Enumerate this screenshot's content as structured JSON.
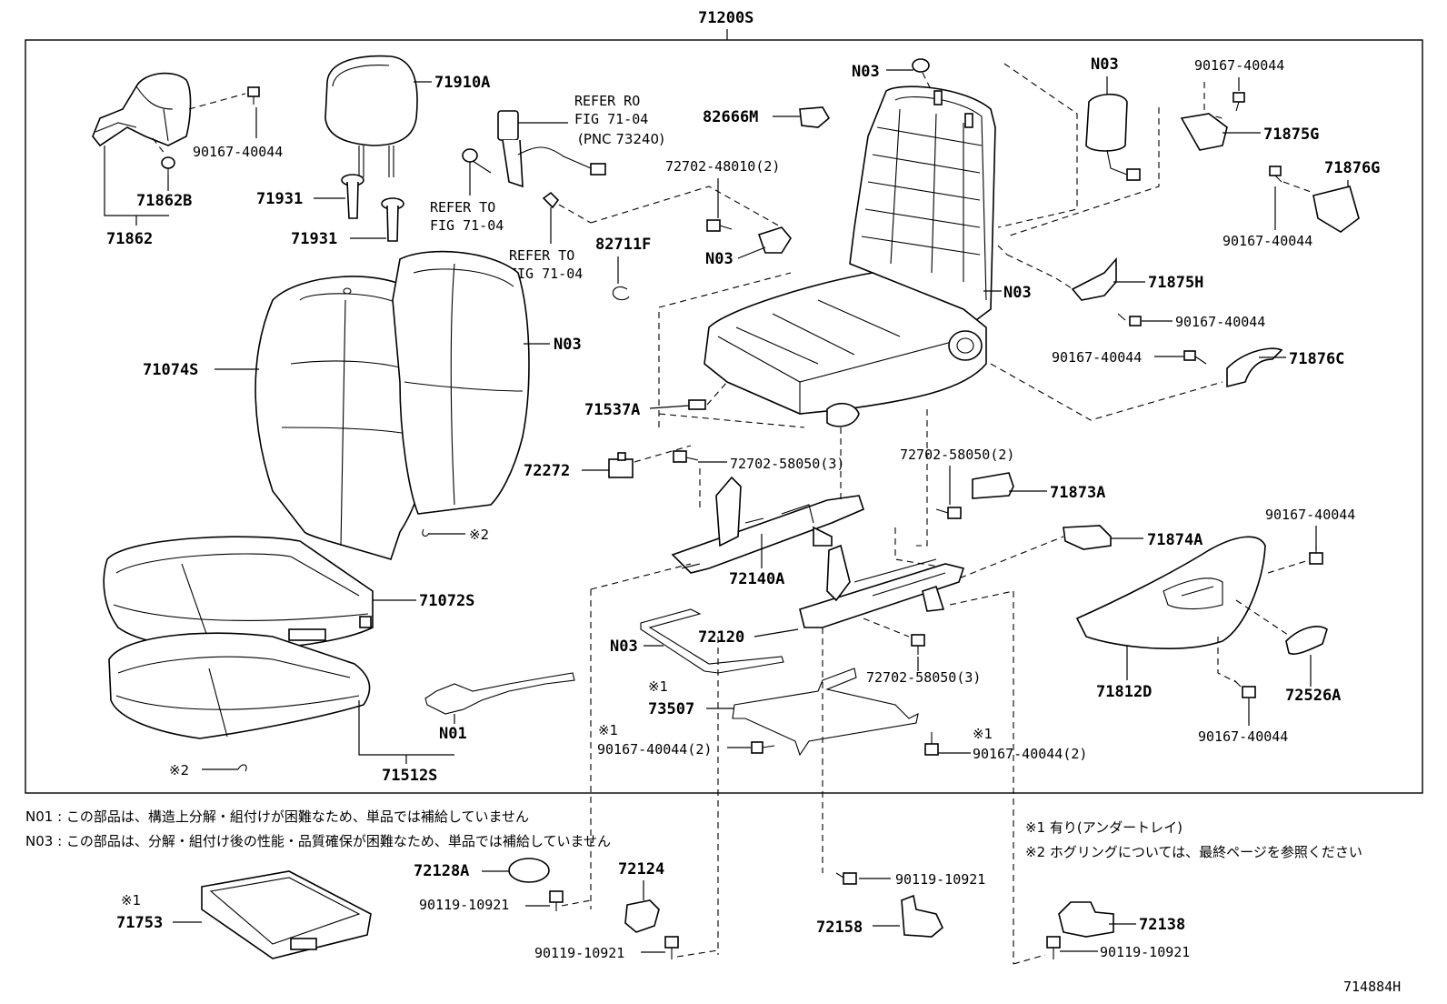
{
  "diagram": {
    "assembly_label": "71200S",
    "figure_id": "714884H",
    "part_labels": {
      "l_71910A": "71910A",
      "l_71862B": "71862B",
      "l_71862": "71862",
      "l_71931a": "71931",
      "l_71931b": "71931",
      "l_90167_a": "90167-40044",
      "l_71074S": "71074S",
      "l_N03_cover": "N03",
      "l_71072S": "71072S",
      "l_N01": "N01",
      "l_71512S": "71512S",
      "l_mark2_a": "※2",
      "l_mark2_b": "※2",
      "l_refer_ro_1": "REFER RO",
      "l_refer_ro_2": "FIG 71-04",
      "l_refer_ro_3": "(PNC 73240)",
      "l_refer_to_a1": "REFER TO",
      "l_refer_to_a2": "FIG 71-04",
      "l_refer_to_b1": "REFER TO",
      "l_refer_to_b2": "FIG 71-04",
      "l_82711F": "82711F",
      "l_82666M": "82666M",
      "l_72702_48010": "72702-48010(2)",
      "l_N03_top": "N03",
      "l_N03_clip": "N03",
      "l_N03_frame": "N03",
      "l_N03_airbag": "N03",
      "l_90167_tr": "90167-40044",
      "l_71875G": "71875G",
      "l_71876G": "71876G",
      "l_90167_r2": "90167-40044",
      "l_71875H": "71875H",
      "l_90167_r3": "90167-40044",
      "l_90167_r4": "90167-40044",
      "l_71876C": "71876C",
      "l_71537A": "71537A",
      "l_72272": "72272",
      "l_72702_58050_3a": "72702-58050(3)",
      "l_72702_58050_2": "72702-58050(2)",
      "l_71873A": "71873A",
      "l_71874A": "71874A",
      "l_90167_r5": "90167-40044",
      "l_72140A": "72140A",
      "l_72120": "72120",
      "l_N03_wire": "N03",
      "l_72702_58050_3b": "72702-58050(3)",
      "l_71812D": "71812D",
      "l_72526A": "72526A",
      "l_90167_r6": "90167-40044",
      "l_mark1_a": "※1",
      "l_73507": "73507",
      "l_mark1_b": "※1",
      "l_90167_2a": "90167-40044(2)",
      "l_mark1_c": "※1",
      "l_90167_2b": "90167-40044(2)",
      "l_72128A": "72128A",
      "l_72124": "72124",
      "l_90119_a": "90119-10921",
      "l_90119_b": "90119-10921",
      "l_90119_c": "90119-10921",
      "l_72158": "72158",
      "l_72138": "72138",
      "l_90119_d": "90119-10921",
      "l_mark1_d": "※1",
      "l_71753": "71753"
    },
    "notes": {
      "n01": "N01 : この部品は、構造上分解・組付けが困難なため、単品では補給していません",
      "n03": "N03 : この部品は、分解・組付け後の性能・品質確保が困難なため、単品では補給していません",
      "mark1": "※1 有り(アンダートレイ)",
      "mark2": "※2 ホグリングについては、最終ページを参照ください"
    }
  }
}
